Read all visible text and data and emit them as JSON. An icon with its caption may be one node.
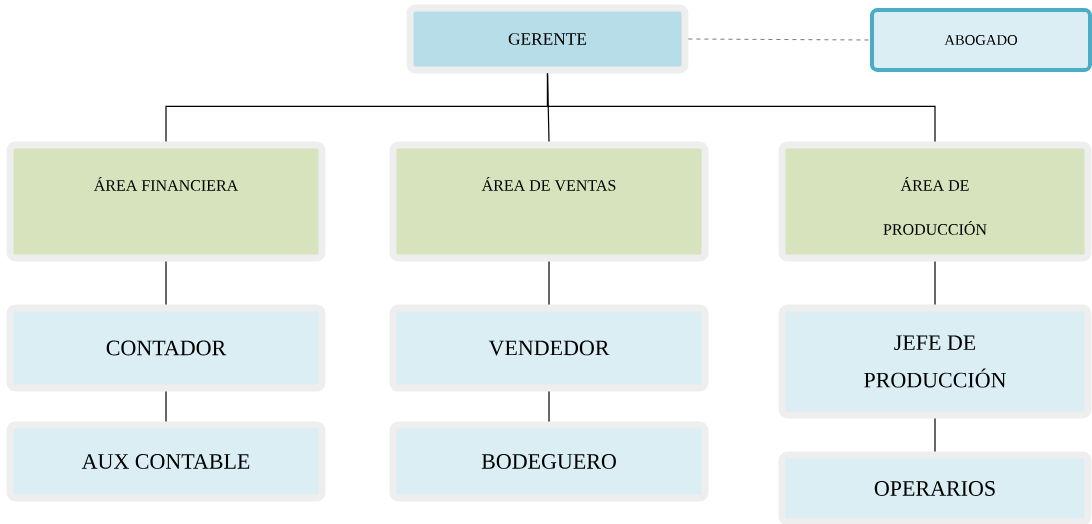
{
  "diagram": {
    "nodes": [
      {
        "text": [
          "GERENTE"
        ]
      },
      {
        "text": [
          "ABOGADO"
        ]
      },
      {
        "text": [
          "ÁREA FINANCIERA"
        ]
      },
      {
        "text": [
          "ÁREA DE VENTAS"
        ]
      },
      {
        "text": [
          "ÁREA DE PRODUCCIÓN"
        ]
      },
      {
        "text": [
          "CONTADOR"
        ]
      },
      {
        "text": [
          "VENDEDOR"
        ]
      },
      {
        "text": [
          "JEFE DE PRODUCCIÓN"
        ]
      },
      {
        "text": [
          "AUX CONTABLE"
        ]
      },
      {
        "text": [
          "BODEGUERO"
        ]
      },
      {
        "text": [
          "OPERARIOS"
        ]
      }
    ],
    "edges": [
      {
        "from": 0,
        "to": 1,
        "arrow": "none",
        "style": "dashed"
      },
      {
        "from": 0,
        "to": 2,
        "arrow": "none"
      },
      {
        "from": 0,
        "to": 3,
        "arrow": "none"
      },
      {
        "from": 0,
        "to": 4,
        "arrow": "none"
      },
      {
        "from": 2,
        "to": 5,
        "arrow": "none"
      },
      {
        "from": 5,
        "to": 8,
        "arrow": "none"
      },
      {
        "from": 3,
        "to": 6,
        "arrow": "none"
      },
      {
        "from": 6,
        "to": 9,
        "arrow": "none"
      },
      {
        "from": 4,
        "to": 7,
        "arrow": "none"
      },
      {
        "from": 7,
        "to": 10,
        "arrow": "none"
      }
    ]
  }
}
